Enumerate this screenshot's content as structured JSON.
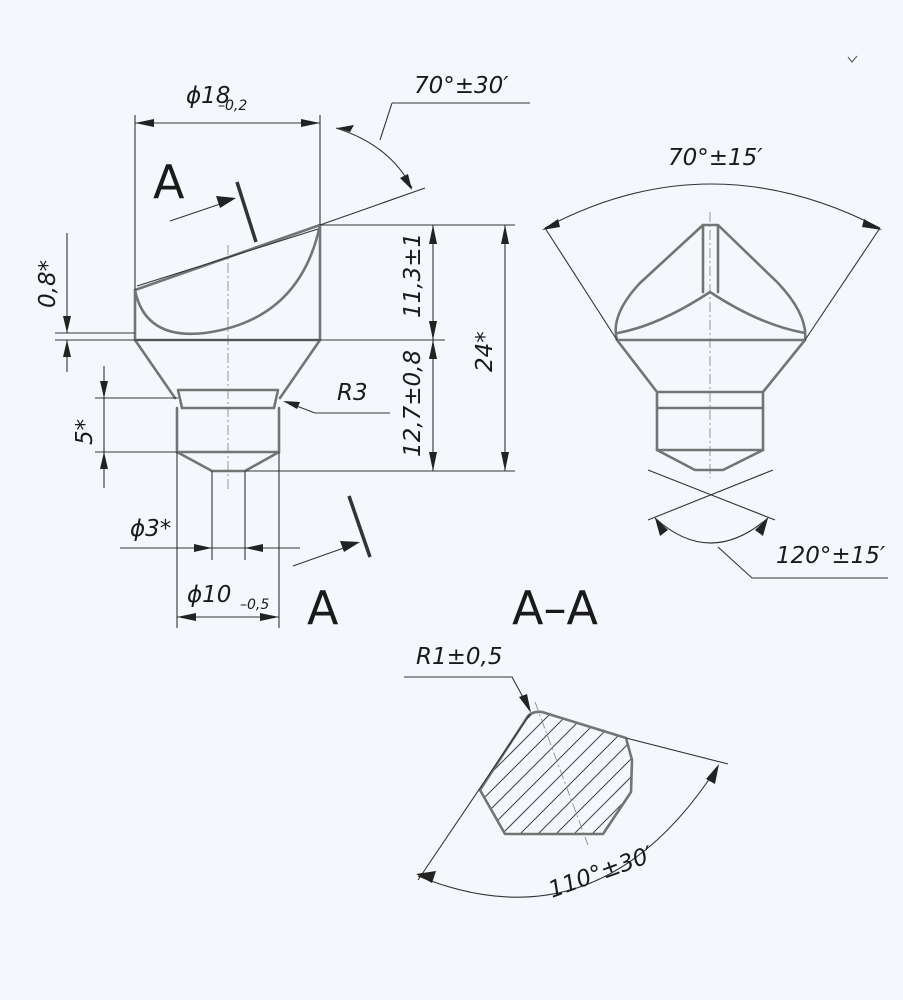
{
  "front_view": {
    "dim_top_diameter": "ϕ18",
    "dim_top_diameter_tol": "–0,2",
    "dim_top_angle": "70°±30′",
    "dim_step": "0,8*",
    "dim_upper_height": "11,3±1",
    "dim_total_height": "24*",
    "dim_lower_height": "12,7±0,8",
    "dim_radius": "R3",
    "dim_neck": "5*",
    "dim_tip_diameter": "ϕ3*",
    "dim_neck_diameter": "ϕ10",
    "dim_neck_diameter_tol": "–0,5"
  },
  "section_markers": {
    "upper": "A",
    "lower": "A"
  },
  "side_view": {
    "dim_top_angle": "70°±15′",
    "dim_tip_angle": "120°±15′"
  },
  "section_view": {
    "title": "A–A",
    "dim_corner_radius": "R1±0,5",
    "dim_angle": "110°±30′"
  }
}
